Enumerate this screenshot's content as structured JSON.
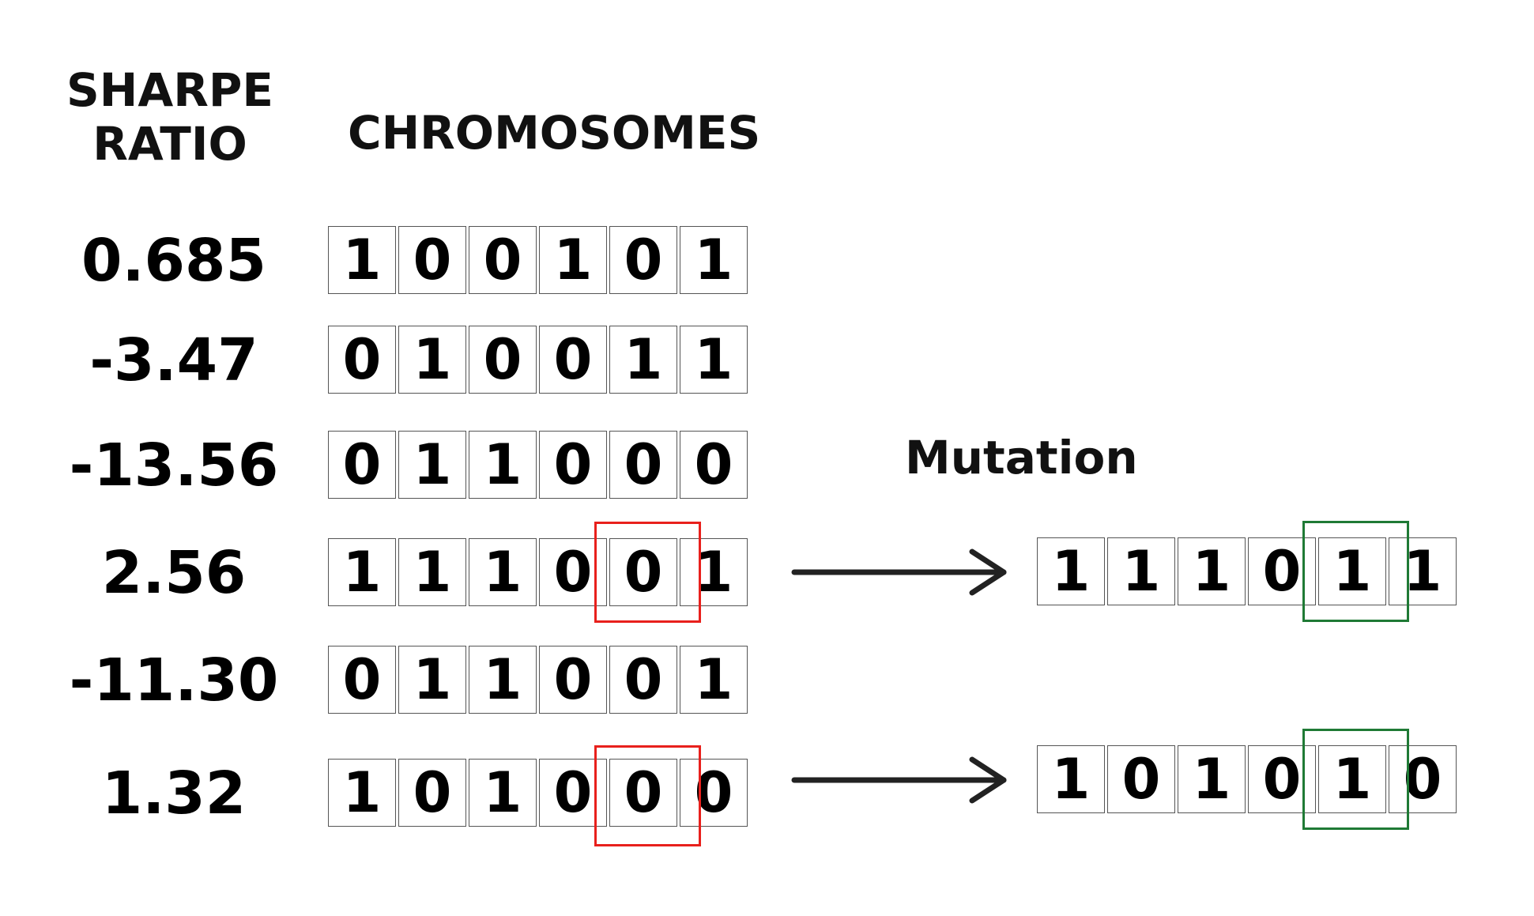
{
  "headers": {
    "sharpe_line1": "SHARPE",
    "sharpe_line2": "RATIO",
    "chromosomes": "CHROMOSOMES",
    "mutation": "Mutation"
  },
  "rows": [
    {
      "sharpe": "0.685",
      "genes": [
        "1",
        "0",
        "0",
        "1",
        "0",
        "1"
      ]
    },
    {
      "sharpe": "-3.47",
      "genes": [
        "0",
        "1",
        "0",
        "0",
        "1",
        "1"
      ]
    },
    {
      "sharpe": "-13.56",
      "genes": [
        "0",
        "1",
        "1",
        "0",
        "0",
        "0"
      ]
    },
    {
      "sharpe": "2.56",
      "genes": [
        "1",
        "1",
        "1",
        "0",
        "0",
        "1"
      ]
    },
    {
      "sharpe": "-11.30",
      "genes": [
        "0",
        "1",
        "1",
        "0",
        "0",
        "1"
      ]
    },
    {
      "sharpe": "1.32",
      "genes": [
        "1",
        "0",
        "1",
        "0",
        "0",
        "0"
      ]
    }
  ],
  "mutated": [
    {
      "genes": [
        "1",
        "1",
        "1",
        "0",
        "1",
        "1"
      ]
    },
    {
      "genes": [
        "1",
        "0",
        "1",
        "0",
        "1",
        "0"
      ]
    }
  ],
  "colors": {
    "original_highlight": "#e8201c",
    "mutated_highlight": "#1f7a35",
    "arrow": "#222222"
  }
}
